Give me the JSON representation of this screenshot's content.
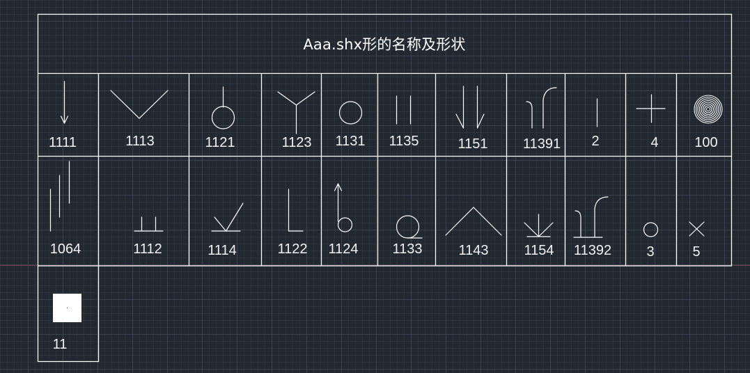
{
  "app": "AutoCAD drawing canvas",
  "theme": {
    "background": "#212830",
    "grid_major": "#3a4350",
    "grid_minor": "#2b323c",
    "line": "#ffffff",
    "x_axis": "#7a3a44"
  },
  "table": {
    "title": "Aaa.shx形的名称及形状",
    "rows": [
      {
        "cells": [
          {
            "shape": "1111",
            "icon": "down-arrow-icon"
          },
          {
            "shape": "1113",
            "icon": "v-shape-icon"
          },
          {
            "shape": "1121",
            "icon": "circle-with-stem-icon"
          },
          {
            "shape": "1123",
            "icon": "y-shape-icon"
          },
          {
            "shape": "1131",
            "icon": "circle-icon"
          },
          {
            "shape": "1135",
            "icon": "double-vertical-lines-icon"
          },
          {
            "shape": "1151",
            "icon": "double-down-arrows-icon"
          },
          {
            "shape": "11391",
            "icon": "curved-hooks-icon"
          },
          {
            "shape": "2",
            "icon": "vertical-line-icon"
          },
          {
            "shape": "4",
            "icon": "plus-icon"
          },
          {
            "shape": "100",
            "icon": "concentric-circles-icon"
          }
        ]
      },
      {
        "cells": [
          {
            "shape": "1064",
            "icon": "staggered-lines-icon"
          },
          {
            "shape": "1112",
            "icon": "double-post-base-icon"
          },
          {
            "shape": "1114",
            "icon": "checkmark-base-icon"
          },
          {
            "shape": "1122",
            "icon": "l-shape-icon"
          },
          {
            "shape": "1124",
            "icon": "arrow-circle-stem-icon"
          },
          {
            "shape": "1133",
            "icon": "circle-underline-icon"
          },
          {
            "shape": "1143",
            "icon": "caret-up-icon"
          },
          {
            "shape": "1154",
            "icon": "fan-arrow-base-icon"
          },
          {
            "shape": "11392",
            "icon": "curved-hooks-base-icon"
          },
          {
            "shape": "3",
            "icon": "small-circle-icon"
          },
          {
            "shape": "5",
            "icon": "x-cross-icon"
          }
        ]
      },
      {
        "cells": [
          {
            "shape": "11",
            "icon": "filled-square-icon"
          }
        ]
      }
    ]
  }
}
